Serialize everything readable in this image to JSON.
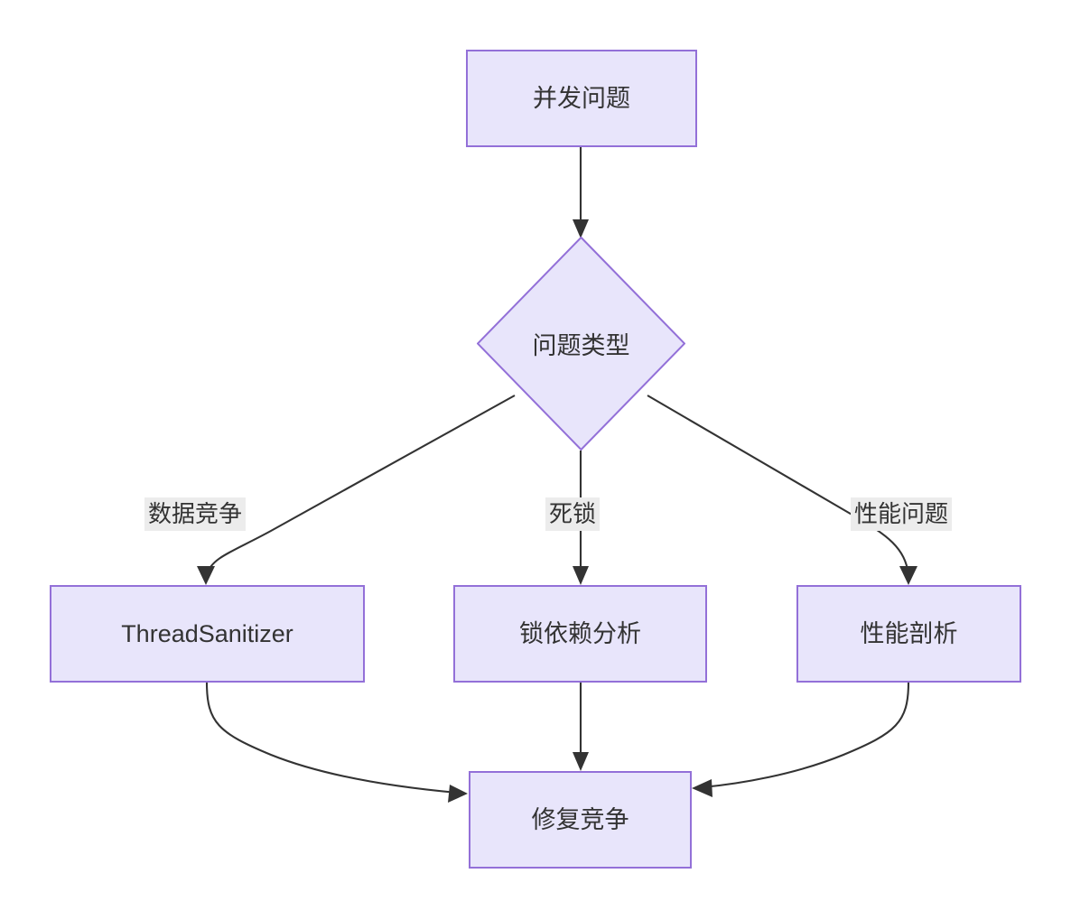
{
  "diagram": {
    "type": "flowchart",
    "direction": "top-down",
    "background_color": "#ffffff",
    "node_fill_color": "#e8e5fb",
    "node_border_color": "#9370d8",
    "text_color": "#333333",
    "edge_color": "#333333",
    "edge_label_background": "#ececec",
    "nodes": [
      {
        "id": "start",
        "shape": "rectangle",
        "label": "并发问题"
      },
      {
        "id": "type",
        "shape": "diamond",
        "label": "问题类型"
      },
      {
        "id": "tsan",
        "shape": "rectangle",
        "label": "ThreadSanitizer"
      },
      {
        "id": "lockdep",
        "shape": "rectangle",
        "label": "锁依赖分析"
      },
      {
        "id": "profile",
        "shape": "rectangle",
        "label": "性能剖析"
      },
      {
        "id": "fix",
        "shape": "rectangle",
        "label": "修复竞争"
      }
    ],
    "edges": [
      {
        "from": "start",
        "to": "type",
        "label": ""
      },
      {
        "from": "type",
        "to": "tsan",
        "label": "数据竞争"
      },
      {
        "from": "type",
        "to": "lockdep",
        "label": "死锁"
      },
      {
        "from": "type",
        "to": "profile",
        "label": "性能问题"
      },
      {
        "from": "tsan",
        "to": "fix",
        "label": ""
      },
      {
        "from": "lockdep",
        "to": "fix",
        "label": ""
      },
      {
        "from": "profile",
        "to": "fix",
        "label": ""
      }
    ]
  }
}
